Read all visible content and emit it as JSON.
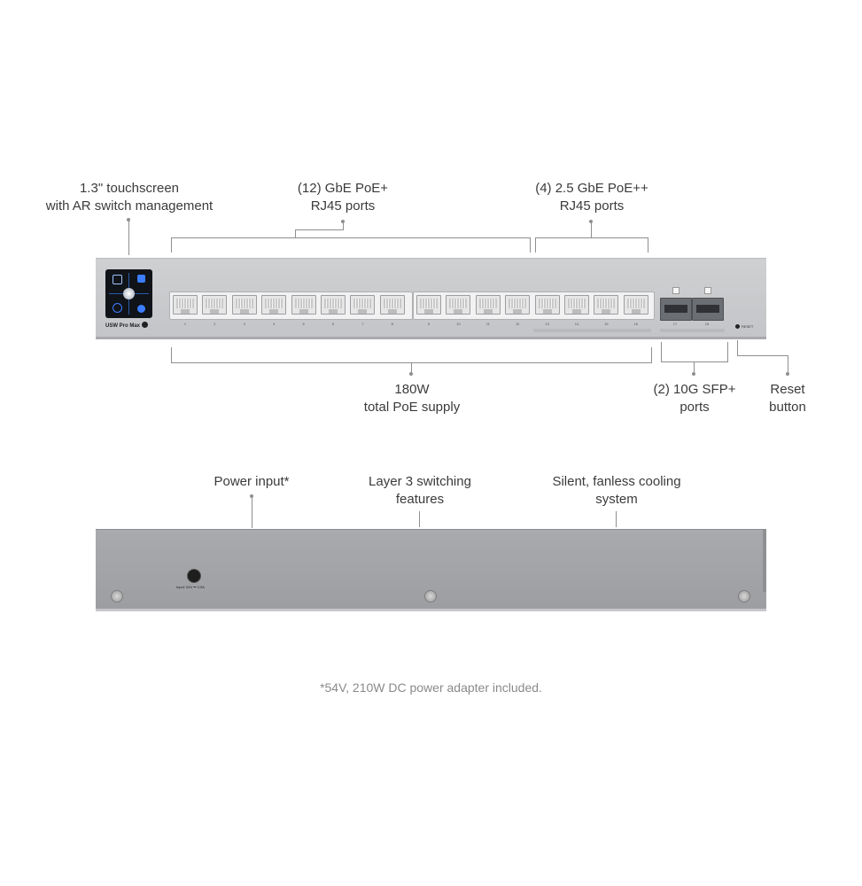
{
  "callouts": {
    "touchscreen": [
      "1.3\" touchscreen",
      "with AR switch management"
    ],
    "gbe_ports": [
      "(12) GbE PoE+",
      "RJ45 ports"
    ],
    "gbe25_ports": [
      "(4) 2.5 GbE PoE++",
      "RJ45 ports"
    ],
    "poe_supply": [
      "180W",
      "total PoE supply"
    ],
    "sfp_ports": [
      "(2) 10G SFP+",
      "ports"
    ],
    "reset": [
      "Reset",
      "button"
    ],
    "power_input": [
      "Power input*"
    ],
    "layer3": [
      "Layer 3 switching",
      "features"
    ],
    "cooling": [
      "Silent, fanless cooling",
      "system"
    ]
  },
  "device": {
    "model": "USW Pro Max",
    "reset_label": "RESET",
    "port_labels": [
      "1",
      "2",
      "3",
      "4",
      "5",
      "6",
      "7",
      "8",
      "9",
      "10",
      "11",
      "12",
      "13",
      "14",
      "15",
      "16"
    ],
    "sfp_labels": [
      "17",
      "18"
    ],
    "dc_label": "Input: 54V ⎓ 3.9A"
  },
  "footnote": "*54V, 210W DC power adapter included."
}
